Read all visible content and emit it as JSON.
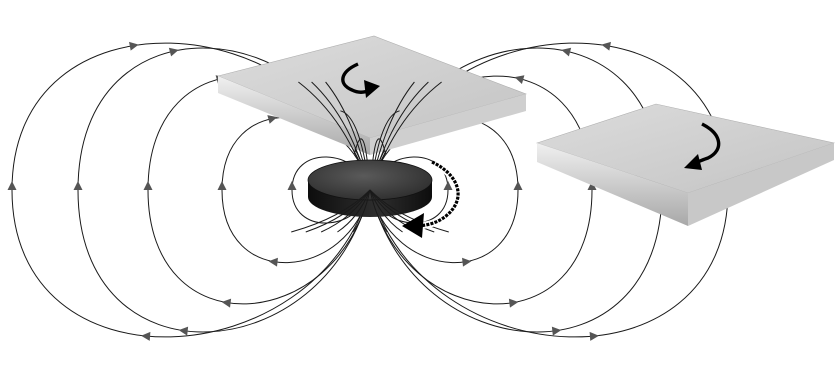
{
  "diagram": {
    "kind": "magnetic-dipole-field-with-plates",
    "colors": {
      "background": "#ffffff",
      "field_line": "#1a1a1a",
      "arrowhead": "#555555",
      "magnet_top": "#3a3a3a",
      "magnet_side": "#151515",
      "plate_top": "#d2d2d2",
      "plate_side": "#e6e6e6",
      "plate_front": "#bdbdbd",
      "rotation_arrow": "#000000"
    },
    "elements": {
      "magnet": {
        "icon": "rotating-disc-magnet"
      },
      "plates": [
        {
          "name": "near-plate",
          "icon": "square-plate"
        },
        {
          "name": "far-plate",
          "icon": "square-plate"
        }
      ],
      "rotation_arrows": [
        {
          "name": "magnet-rotation-arrow",
          "icon": "curved-arrow"
        },
        {
          "name": "near-plate-rotation-arrow",
          "icon": "curved-arrow"
        },
        {
          "name": "far-plate-rotation-arrow",
          "icon": "curved-arrow"
        }
      ],
      "field_line_count": 5
    }
  }
}
